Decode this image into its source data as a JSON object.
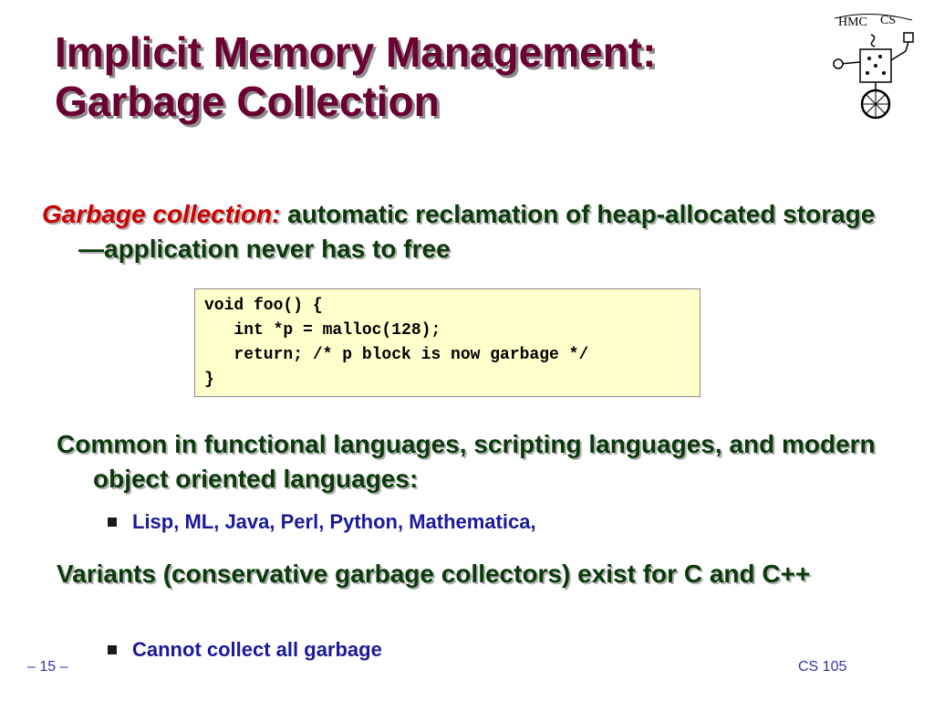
{
  "title": {
    "line1": "Implicit Memory Management:",
    "line2": "Garbage Collection"
  },
  "logo": {
    "text_left": "HMC",
    "text_right": "CS"
  },
  "bullets": [
    {
      "term": "Garbage collection",
      "colon": ":",
      "text": " automatic reclamation of heap-allocated storage—application never has to free"
    }
  ],
  "code": [
    "void foo() {",
    "   int *p = malloc(128);",
    "   return; /* p block is now garbage */",
    "}"
  ],
  "para1": "Common in functional languages, scripting languages, and modern object oriented languages:",
  "sub1": "Lisp, ML, Java, Perl, Python, Mathematica,",
  "para2": "Variants (conservative garbage collectors) exist for C and C++",
  "sub2": "Cannot collect all garbage",
  "footer": {
    "page": "– 15 –",
    "course": "CS 105"
  },
  "colors": {
    "title": "#6b0033",
    "body_text": "#0a3a0a",
    "term": "#cc0000",
    "sub_text": "#1a1a99",
    "code_bg": "#ffffcc",
    "footer": "#3333aa"
  }
}
